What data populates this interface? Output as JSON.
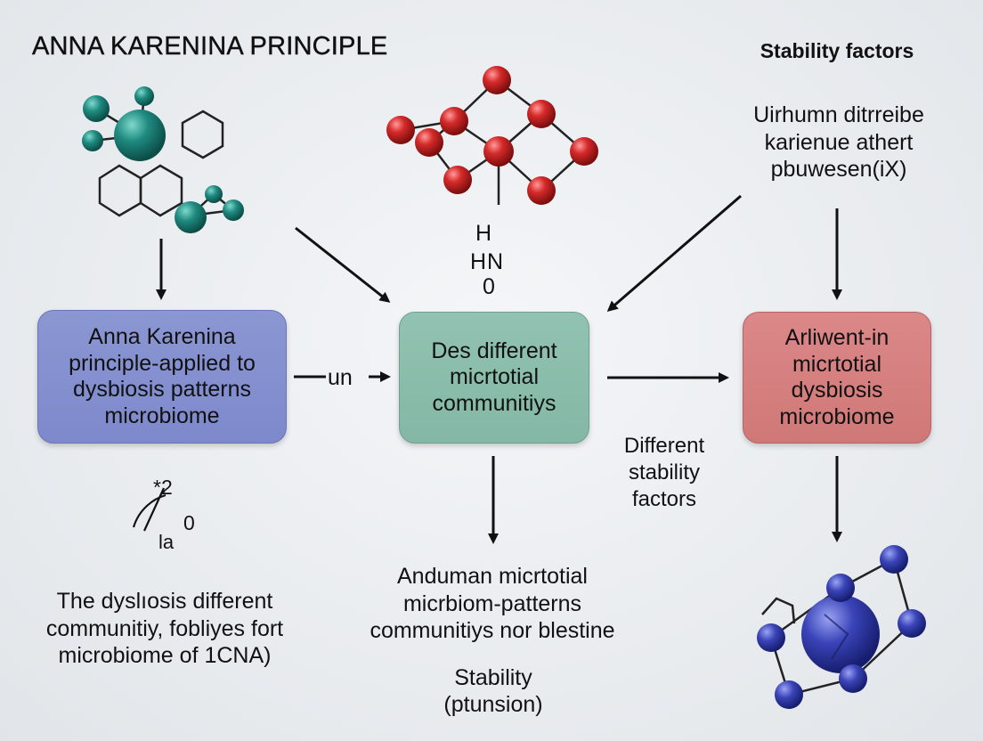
{
  "title": "ANNA KARENINA PRINCIPLE",
  "stability_heading": "Stability factors",
  "right_text": "Uirhumn ditrreibe\nkarienue athert\npbuwesen(iX)",
  "formula": {
    "line1": "H",
    "line2": "HN",
    "line3": "0"
  },
  "boxes": {
    "anna": "Anna Karenina\nprinciple-applied to\ndysbiosis patterns\nmicrobiome",
    "des": "Des different\nmicrtotial\ncommunitiys",
    "arl": "Arliwent-in\nmicrtotial\ndysbiosis\nmicrobiome"
  },
  "arrow_label": "un",
  "middle_right_text": "Different\nstability\nfactors",
  "symbol": {
    "sup": "*2",
    "sub": "0",
    "base": "la"
  },
  "bottom_left_text": "The dyslıosis different\ncommunitiy, fobliyes fort\nmicrobiome of 1CNA)",
  "bottom_center_text": "Anduman micrtotial\nmicrbiom-patterns\ncommunitiys nor blestine",
  "bottom_stability": "Stability\n(ptunsion)",
  "colors": {
    "teal_molecule": "#1f8a80",
    "red_molecule": "#d62a2a",
    "blue_molecule": "#3a44b8",
    "box_blue": "#8b97d3",
    "box_green": "#92c3b2",
    "box_red": "#dc8888"
  }
}
